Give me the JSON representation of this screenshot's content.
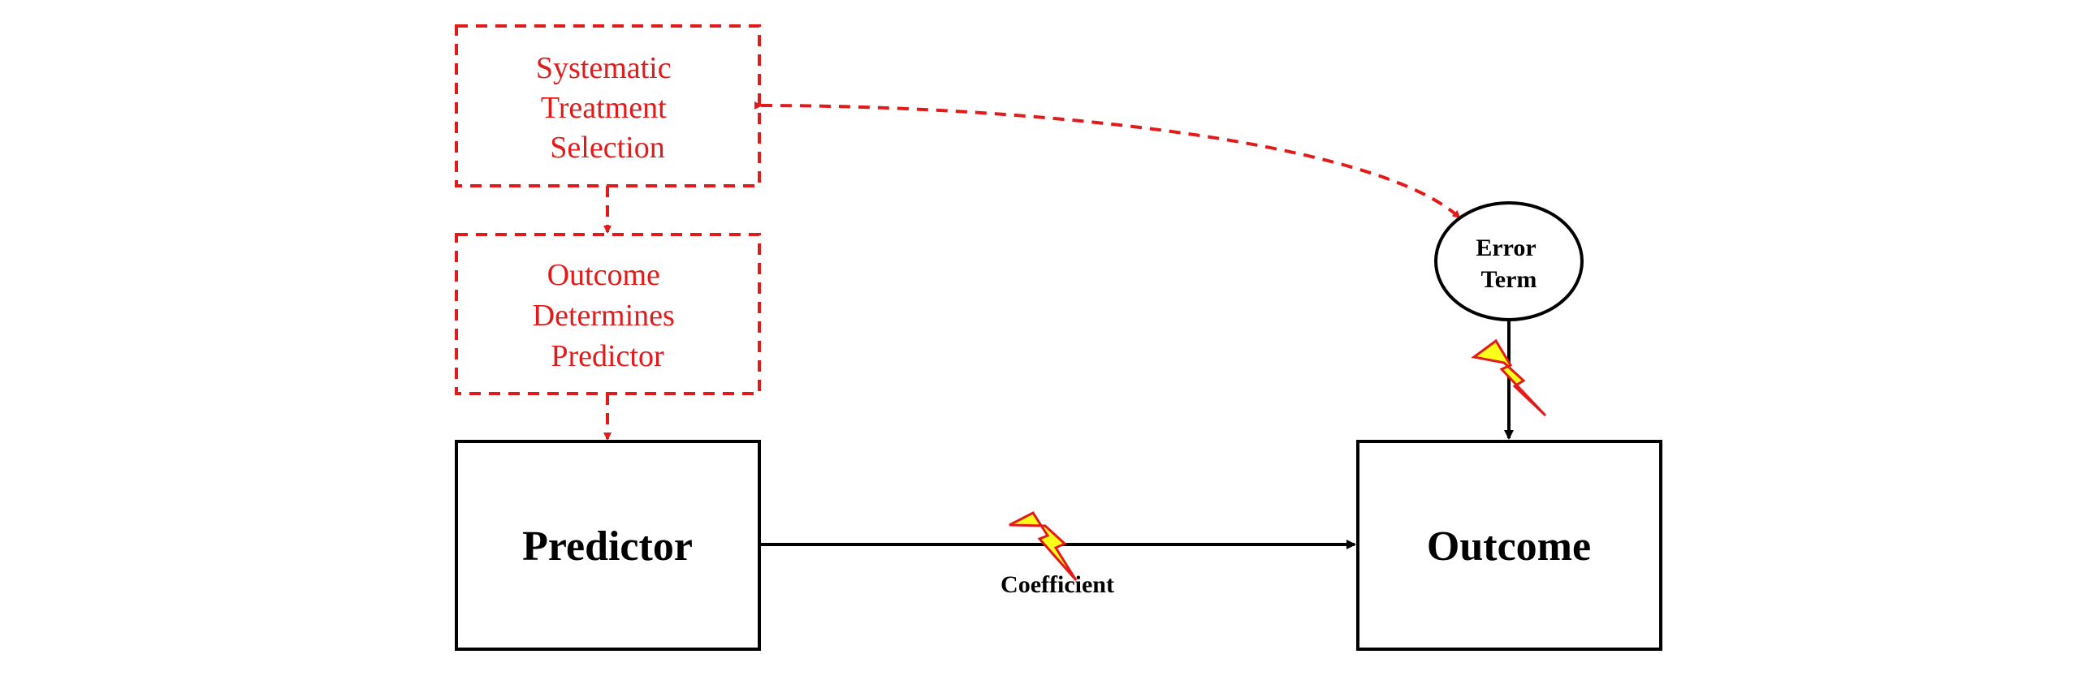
{
  "nodes": {
    "systematic": {
      "lines": [
        "Systematic",
        "Treatment",
        "Selection"
      ]
    },
    "determines": {
      "lines": [
        "Outcome",
        "Determines",
        "Predictor"
      ]
    },
    "predictor": {
      "label": "Predictor"
    },
    "outcome": {
      "label": "Outcome"
    },
    "error": {
      "lines": [
        "Error",
        "Term"
      ]
    }
  },
  "edges": {
    "coefficient_label": "Coefficient"
  },
  "colors": {
    "red": "#e31a1a",
    "black": "#000000",
    "bolt_fill": "#ffff1a"
  },
  "icons": [
    "lightning-bolt-icon"
  ]
}
